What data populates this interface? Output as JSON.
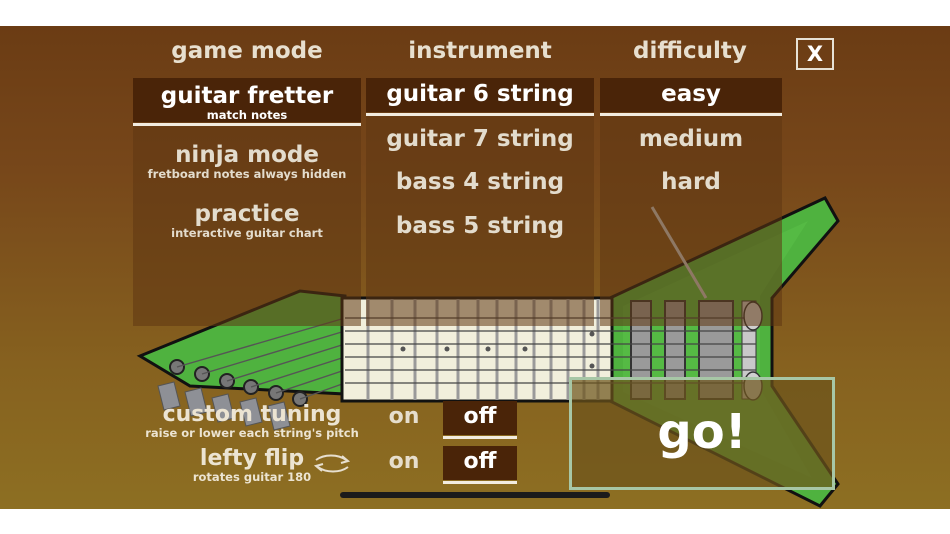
{
  "headers": {
    "game_mode": "game mode",
    "instrument": "instrument",
    "difficulty": "difficulty"
  },
  "close_label": "X",
  "game_modes": [
    {
      "label": "guitar fretter",
      "sub": "match notes",
      "selected": true
    },
    {
      "label": "ninja mode",
      "sub": "fretboard notes always hidden",
      "selected": false
    },
    {
      "label": "practice",
      "sub": "interactive guitar chart",
      "selected": false
    }
  ],
  "instruments": [
    {
      "label": "guitar 6 string",
      "selected": true
    },
    {
      "label": "guitar 7 string",
      "selected": false
    },
    {
      "label": "bass 4 string",
      "selected": false
    },
    {
      "label": "bass 5 string",
      "selected": false
    }
  ],
  "difficulties": [
    {
      "label": "easy",
      "selected": true
    },
    {
      "label": "medium",
      "selected": false
    },
    {
      "label": "hard",
      "selected": false
    }
  ],
  "custom_tuning": {
    "label": "custom tuning",
    "sub": "raise or lower each string's pitch",
    "on": "on",
    "off": "off",
    "value": "off"
  },
  "lefty_flip": {
    "label": "lefty flip",
    "sub": "rotates guitar 180",
    "on": "on",
    "off": "off",
    "value": "off",
    "icon": "flip-arrows-icon"
  },
  "go_label": "go!",
  "colors": {
    "guitar_body": "#4fb23f",
    "fretboard": "#f1efdc",
    "selected_bg": "#4a2408",
    "text": "#e7dfcf"
  }
}
